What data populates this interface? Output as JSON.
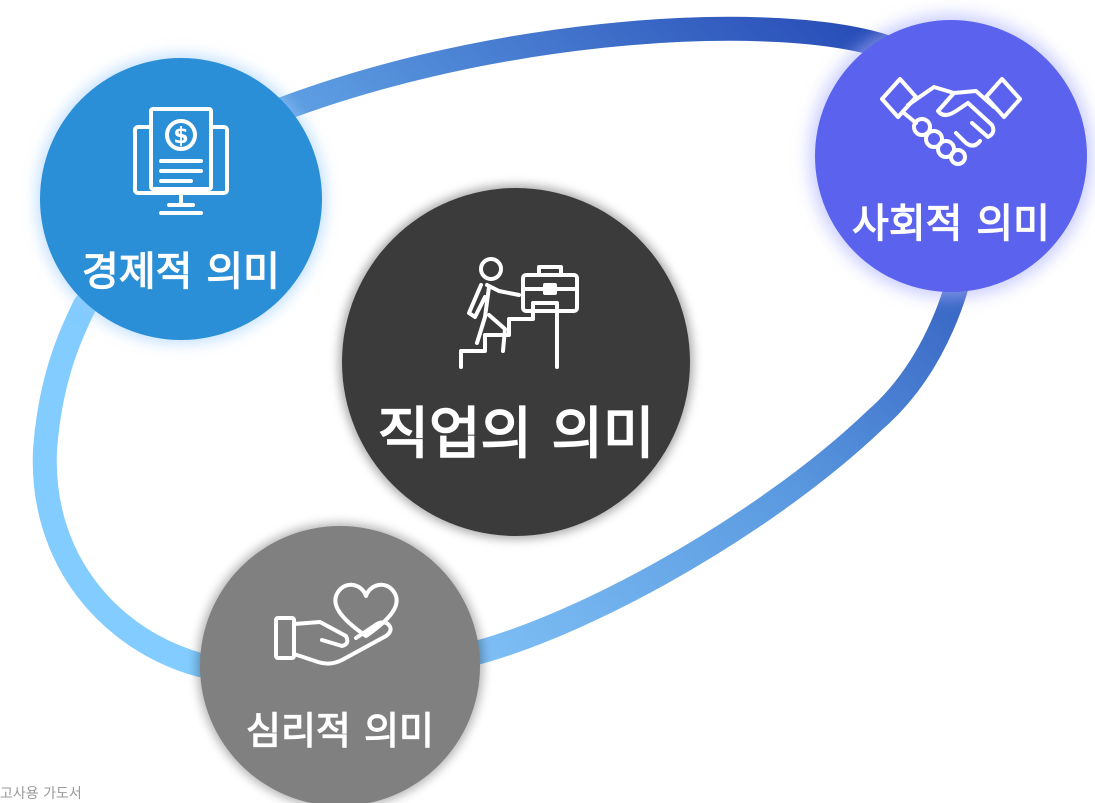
{
  "diagram": {
    "center": {
      "label": "직업의 의미",
      "icon": "career-stairs-icon",
      "color": "#3b3b3b"
    },
    "nodes": {
      "economic": {
        "label": "경제적 의미",
        "icon": "money-monitor-icon",
        "color": "#2a8fd6"
      },
      "social": {
        "label": "사회적 의미",
        "icon": "handshake-icon",
        "color": "#5b63ee"
      },
      "psychological": {
        "label": "심리적 의미",
        "icon": "heart-hand-icon",
        "color": "#808080"
      }
    },
    "ring": {
      "gradient_start": "#8fd0ff",
      "gradient_end": "#1f3fb0"
    }
  },
  "footer": {
    "text": "고사용 가도서"
  }
}
